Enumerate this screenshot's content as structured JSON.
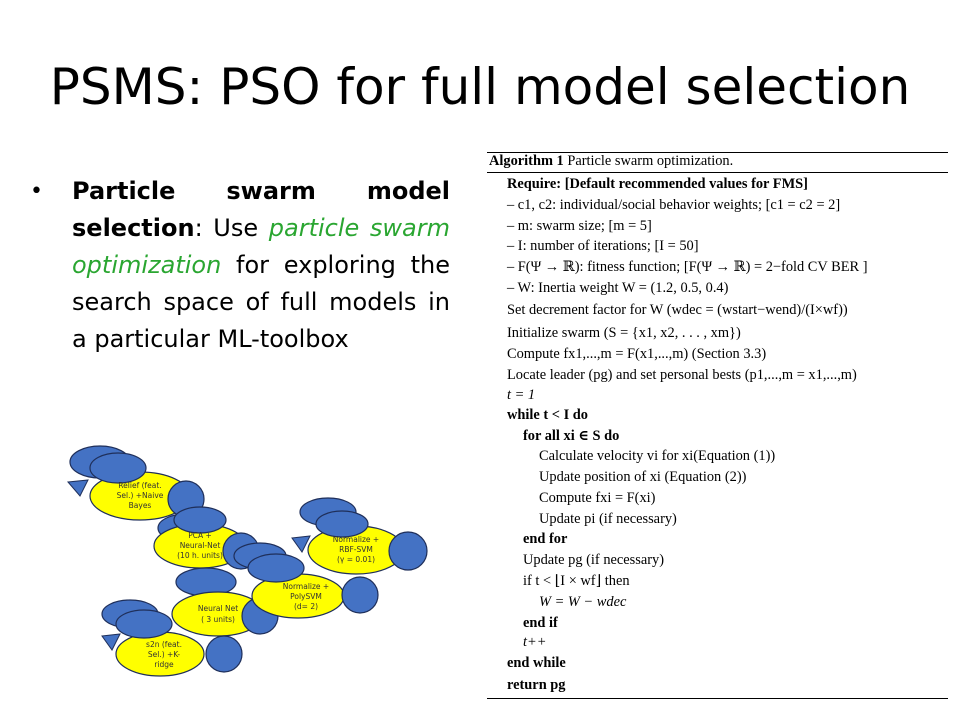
{
  "slide": {
    "title": "PSMS: PSO for full model selection"
  },
  "bullet": {
    "marker": "•",
    "term": "Particle swarm model selection",
    "colon": ": Use ",
    "highlight": "particle swarm optimization",
    "rest": " for exploring the search space of full models in a particular ML-toolbox"
  },
  "diagram": {
    "nodes": [
      {
        "line1": "Relief  (feat.",
        "line2": "Sel.) +Naive",
        "line3": "Bayes"
      },
      {
        "line1": "PCA +",
        "line2": "Neural-Net",
        "line3": "(10 h. units)"
      },
      {
        "line1": "Normalize  +",
        "line2": "RBF-SVM",
        "line3": "(γ = 0.01)"
      },
      {
        "line1": "Normalize  +",
        "line2": "PolySVM",
        "line3": "(d= 2)"
      },
      {
        "line1": "Neural Net",
        "line2": "( 3 units)",
        "line3": ""
      },
      {
        "line1": "s2n  (feat.",
        "line2": "Sel.) +K-",
        "line3": "ridge"
      }
    ],
    "colors": {
      "ellipse_fill": "#ffff00",
      "particle_fill": "#4472c4",
      "outline": "#1f2f5a"
    }
  },
  "algorithm": {
    "caption_bold": "Algorithm 1",
    "caption_text": " Particle swarm optimization.",
    "lines": [
      "Require: [Default recommended values for FMS]",
      "– c1, c2: individual/social behavior weights; [c1 = c2 = 2]",
      "– m: swarm size; [m = 5]",
      "– I: number of iterations; [I = 50]",
      "– F(Ψ → ℝ): fitness function; [F(Ψ → ℝ) = 2−fold CV BER ]",
      "– W: Inertia weight W = (1.2, 0.5, 0.4)",
      "Set decrement factor for W (wdec = (wstart−wend)/(I×wf))",
      "Initialize swarm (S = {x1, x2, . . . , xm})",
      "Compute fx1,...,m = F(x1,...,m) (Section 3.3)",
      "Locate leader (pg) and set personal bests (p1,...,m = x1,...,m)",
      "t = 1",
      "while t < I do",
      "for all xi ∈ S do",
      "Calculate velocity vi for xi(Equation (1))",
      "Update position of xi (Equation (2))",
      "Compute fxi = F(xi)",
      "Update pi (if necessary)",
      "end for",
      "Update pg (if necessary)",
      "if t < ⌊I × wf⌋ then",
      "W = W − wdec",
      "end if",
      "t++",
      "end while",
      "return pg"
    ]
  }
}
